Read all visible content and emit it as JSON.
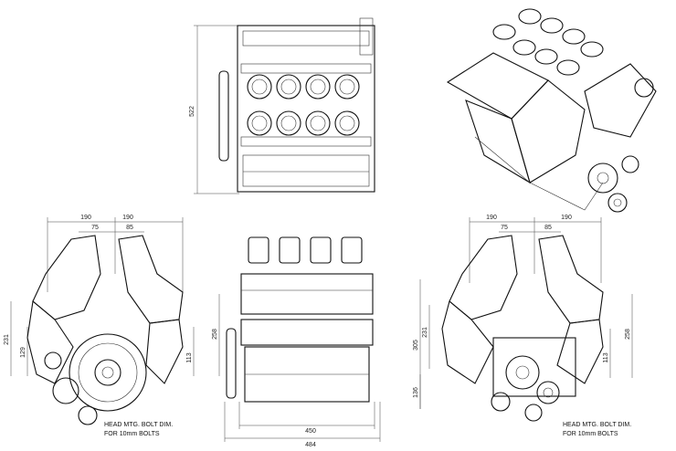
{
  "top_view": {
    "height_dim": "522"
  },
  "front_view": {
    "dims": {
      "left190": "190",
      "right190": "190",
      "left75": "75",
      "right85": "85",
      "d231": "231",
      "d129": "129",
      "d258": "258",
      "d113": "113"
    },
    "note_line1": "HEAD MTG. BOLT DIM.",
    "note_line2": "FOR 10mm BOLTS"
  },
  "side_view": {
    "dims": {
      "d450": "450",
      "d484": "484"
    }
  },
  "rear_view": {
    "dims": {
      "left190": "190",
      "right190": "190",
      "left75": "75",
      "right85": "85",
      "d305": "305",
      "d231": "231",
      "d136": "136",
      "d258": "258",
      "d113": "113"
    },
    "note_line1": "HEAD MTG. BOLT DIM.",
    "note_line2": "FOR 10mm BOLTS"
  },
  "colors": {
    "line": "#111111",
    "background": "#ffffff"
  }
}
